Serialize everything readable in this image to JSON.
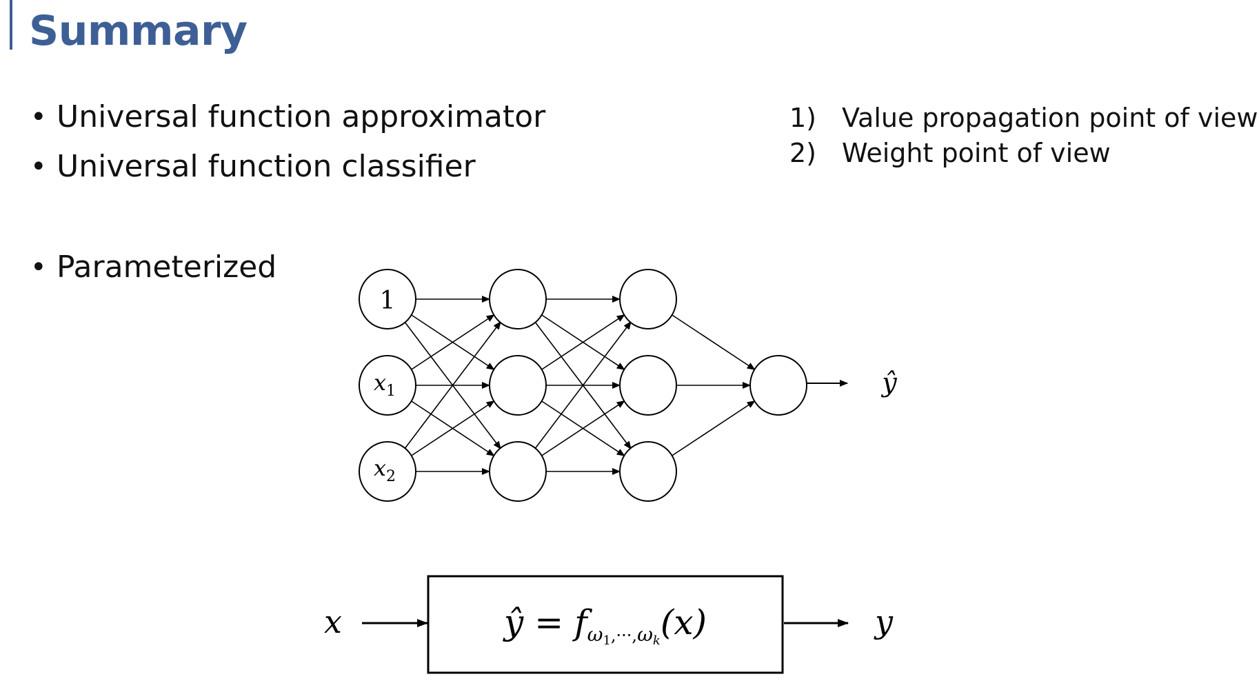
{
  "slide": {
    "title": "Summary"
  },
  "left_bullets": [
    "Universal function approximator",
    "Universal function classifier"
  ],
  "param_bullet": "Parameterized",
  "views": [
    {
      "num": "1)",
      "text": "Value propagation point of view"
    },
    {
      "num": "2)",
      "text": "Weight point of view"
    }
  ],
  "network": {
    "input_labels": [
      "1",
      "x",
      "x"
    ],
    "input_subscripts": [
      "",
      "1",
      "2"
    ],
    "hidden_layers": 2,
    "hidden_units": 3,
    "output_label": "ŷ"
  },
  "block_diagram": {
    "input_label": "x",
    "output_label": "y",
    "formula_lhs": "ŷ",
    "formula_eq": "=",
    "formula_f": "f",
    "formula_sub_start": "ω",
    "formula_sub_start_index": "1",
    "formula_sub_sep": ",···,",
    "formula_sub_end": "ω",
    "formula_sub_end_index": "k",
    "formula_arg": "(x)"
  }
}
